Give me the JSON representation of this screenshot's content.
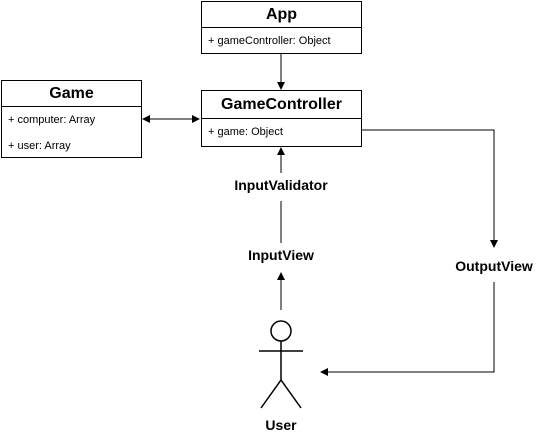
{
  "app": {
    "title": "App",
    "attributes": [
      "+ gameController: Object"
    ]
  },
  "game": {
    "title": "Game",
    "attributes": [
      "+ computer: Array",
      "+ user: Array"
    ]
  },
  "game_controller": {
    "title": "GameController",
    "attributes": [
      "+ game: Object"
    ]
  },
  "labels": {
    "input_validator": "InputValidator",
    "input_view": "InputView",
    "output_view": "OutputView",
    "user": "User"
  }
}
